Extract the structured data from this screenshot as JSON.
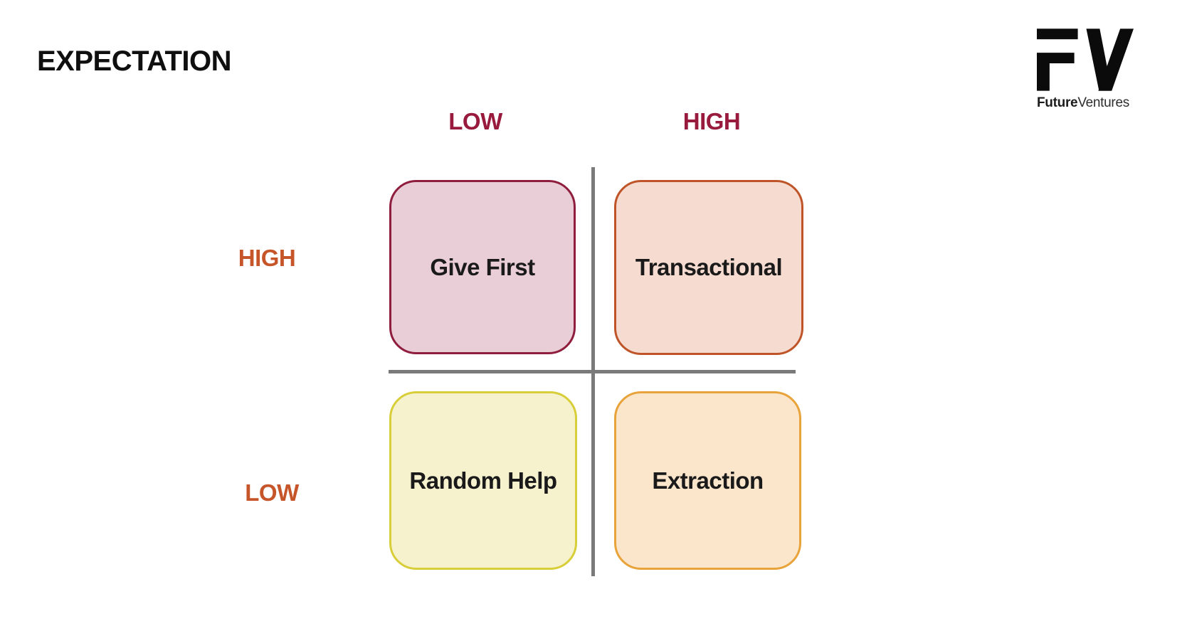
{
  "page": {
    "background": "#ffffff",
    "title": "EXPECTATION"
  },
  "logo": {
    "mark": "FV",
    "name_bold": "Future",
    "name_light": "Ventures"
  },
  "matrix": {
    "column_labels": [
      {
        "text": "LOW"
      },
      {
        "text": "HIGH"
      }
    ],
    "row_labels": [
      {
        "text": "HIGH"
      },
      {
        "text": "LOW"
      }
    ],
    "quadrants": [
      {
        "id": "give-first",
        "label": "Give First",
        "fill": "#e9ced7",
        "border": "#8f1d3e"
      },
      {
        "id": "transactional",
        "label": "Transactional",
        "fill": "#f6dcd0",
        "border": "#be5428"
      },
      {
        "id": "random-help",
        "label": "Random Help",
        "fill": "#f6f2ce",
        "border": "#d8ce3a"
      },
      {
        "id": "extraction",
        "label": "Extraction",
        "fill": "#fbe6cc",
        "border": "#e8a33b"
      }
    ],
    "colors": {
      "column_label": "#981a3c",
      "row_label": "#c6552a",
      "axis_line": "#7a7a7a",
      "quadrant_text": "#1a1a1a",
      "title_text": "#0f0f0f"
    }
  }
}
